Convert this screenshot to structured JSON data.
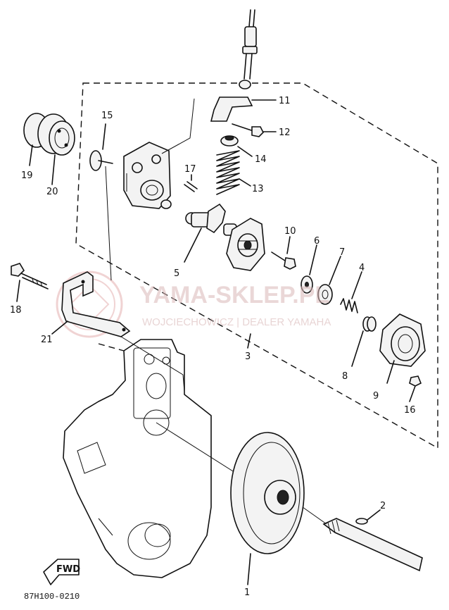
{
  "diagram": {
    "drawing_code": "87H100-0210",
    "direction_label": "FWD",
    "watermark": {
      "brand": "YAMA-SKLEP.PL",
      "subtitle": "WOJCIECHOWICZ | DEALER YAMAHA"
    },
    "callouts": [
      "1",
      "2",
      "3",
      "4",
      "5",
      "6",
      "7",
      "8",
      "9",
      "10",
      "11",
      "12",
      "13",
      "14",
      "15",
      "16",
      "17",
      "18",
      "19",
      "20",
      "21"
    ],
    "colors": {
      "ink": "#111111",
      "watermark": "#d9b8b8",
      "background": "#ffffff"
    }
  }
}
